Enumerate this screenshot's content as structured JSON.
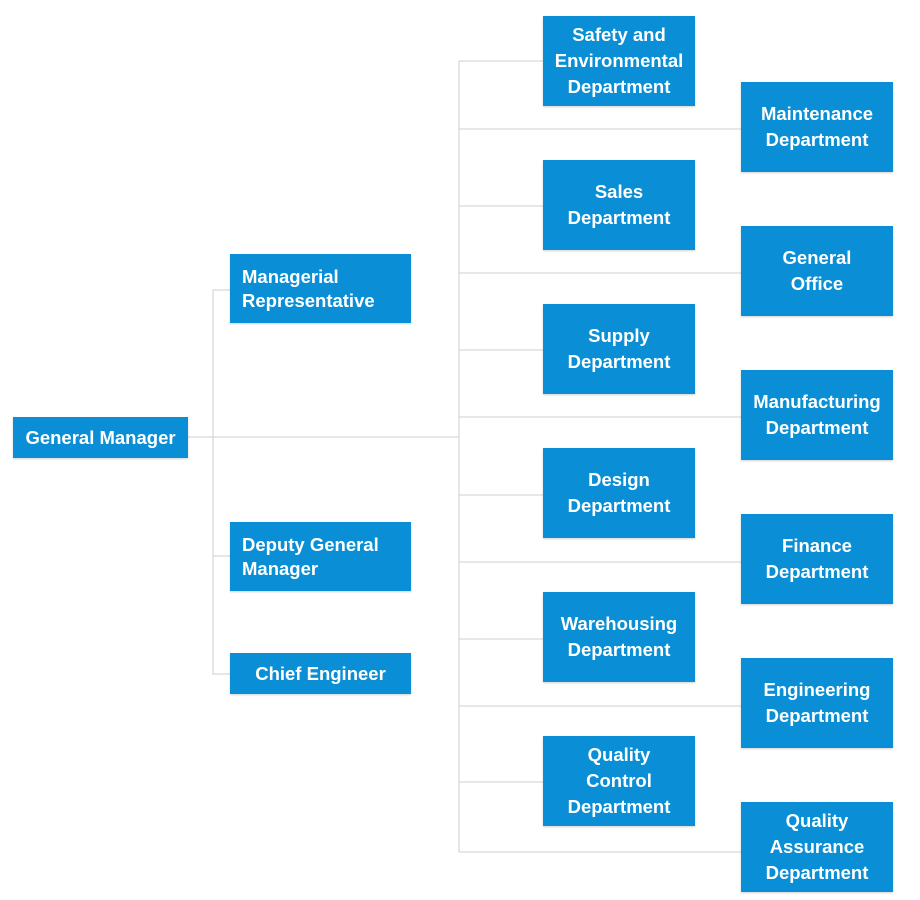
{
  "colors": {
    "node_fill": "#0a8fd6",
    "node_text": "#ffffff",
    "connector": "#cfcfcf"
  },
  "nodes": {
    "general_manager": "General Manager",
    "managerial_representative": "Managerial\nRepresentative",
    "deputy_general_manager": "Deputy General\nManager",
    "chief_engineer": "Chief Engineer",
    "safety_environmental": "Safety and\nEnvironmental\nDepartment",
    "maintenance": "Maintenance\nDepartment",
    "sales": "Sales\nDepartment",
    "general_office": "General\nOffice",
    "supply": "Supply\nDepartment",
    "manufacturing": "Manufacturing\nDepartment",
    "design": "Design\nDepartment",
    "finance": "Finance\nDepartment",
    "warehousing": "Warehousing\nDepartment",
    "engineering": "Engineering\nDepartment",
    "quality_control": "Quality\nControl\nDepartment",
    "quality_assurance": "Quality\nAssurance\nDepartment"
  }
}
